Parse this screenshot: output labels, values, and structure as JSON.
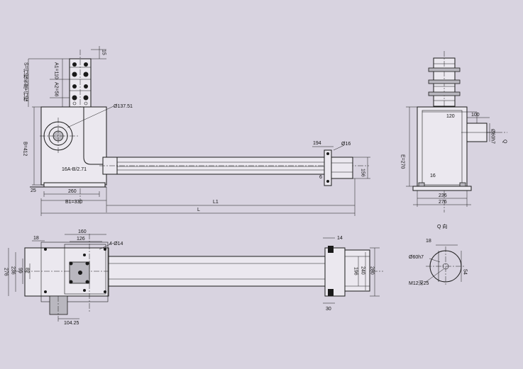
{
  "labels": {
    "d1": "15",
    "d2": "A1=110",
    "d3": "A2=56",
    "d4": "S=行程长度+行程",
    "d5": "Ø137.51",
    "d6": "B=412",
    "d7": "16A-B/2.71",
    "d8": "25",
    "d9": "260",
    "d10": "B1=330",
    "d11": "L1",
    "d12": "L",
    "d13": "194",
    "d14": "Ø16",
    "d15": "6",
    "d16": "156",
    "s1": "120",
    "s2": "100",
    "s3": "Ø60h7",
    "s4": "Q",
    "s5": "E=270",
    "s6": "16",
    "s7": "236",
    "s8": "276",
    "p1": "18",
    "p2": "160",
    "p3": "126",
    "p4": "4-Ø14",
    "p5": "14",
    "p6": "276",
    "p7": "236",
    "p8": "99",
    "p9": "82",
    "p10": "196",
    "p11": "240",
    "p12": "280",
    "p13": "104.25",
    "p14": "30",
    "q1": "Q 向",
    "q2": "18",
    "q3": "Ø60h7",
    "q4": "54",
    "q5": "M12深25"
  }
}
